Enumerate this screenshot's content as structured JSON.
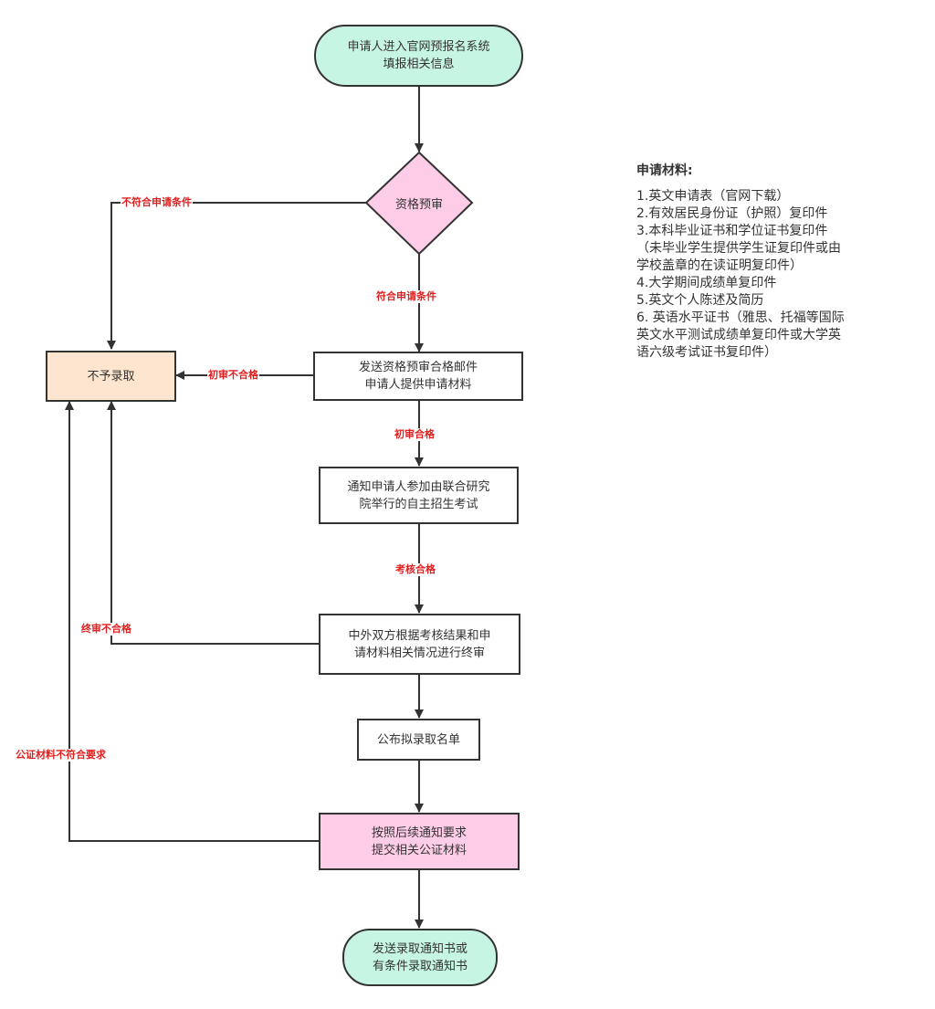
{
  "nodes": {
    "start": "申请人进入官网预报名系统\n填报相关信息",
    "pre_review": "资格预审",
    "reject": "不予录取",
    "send_email": "发送资格预审合格邮件\n申请人提供申请材料",
    "exam_notice": "通知申请人参加由联合研究\n院举行的自主招生考试",
    "final_review": "中外双方根据考核结果和申\n请材料相关情况进行终审",
    "publish_list": "公布拟录取名单",
    "notarized": "按照后续通知要求\n提交相关公证材料",
    "end": "发送录取通知书或\n有条件录取通知书"
  },
  "edge_labels": {
    "not_eligible": "不符合申请条件",
    "eligible": "符合申请条件",
    "initial_fail": "初审不合格",
    "initial_pass": "初审合格",
    "exam_pass": "考核合格",
    "final_fail": "终审不合格",
    "notarized_fail": "公证材料不符合要求"
  },
  "materials": {
    "title": "申请材料:",
    "items": [
      "1.英文申请表（官网下载）",
      "2.有效居民身份证（护照）复印件",
      "3.本科毕业证书和学位证书复印件",
      "（未毕业学生提供学生证复印件或由",
      "学校盖章的在读证明复印件）",
      "4.大学期间成绩单复印件",
      "5.英文个人陈述及简历",
      "6. 英语水平证书（雅思、托福等国际",
      "英文水平测试成绩单复印件或大学英",
      "语六级考试证书复印件）"
    ]
  },
  "colors": {
    "terminal": "#c7f5e3",
    "decision": "#fdcce6",
    "reject": "#fde5cf",
    "label": "#e02020",
    "line": "#333333"
  }
}
